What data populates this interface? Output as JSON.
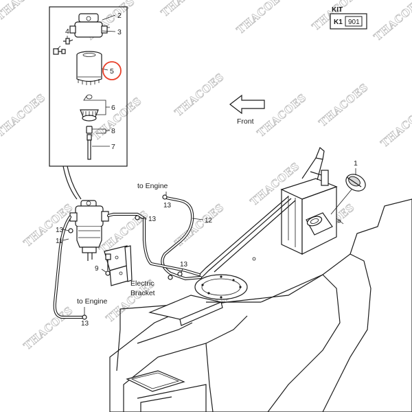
{
  "kit": {
    "title": "KIT",
    "code_prefix": "K1",
    "code_number": "901"
  },
  "direction": {
    "label": "Front"
  },
  "callouts": {
    "c1": "1",
    "c2": "2",
    "c3": "3",
    "c4": "4",
    "c5": "5",
    "c6": "6",
    "c7": "7",
    "c8": "8",
    "c9": "9",
    "c11": "11",
    "c12": "12",
    "c13_top": "13",
    "c13_mid": "13",
    "c13_left": "13",
    "c13_center": "13",
    "c13_bottom": "13"
  },
  "labels": {
    "to_engine_top": "to Engine",
    "to_engine_bottom": "to Engine",
    "electric": "Electric",
    "bracket": "Bracket"
  },
  "watermark": {
    "text": "THACOES"
  },
  "colors": {
    "line": "#1a1a1a",
    "highlight_circle": "#e8402a",
    "watermark": "#bdbdbd"
  }
}
